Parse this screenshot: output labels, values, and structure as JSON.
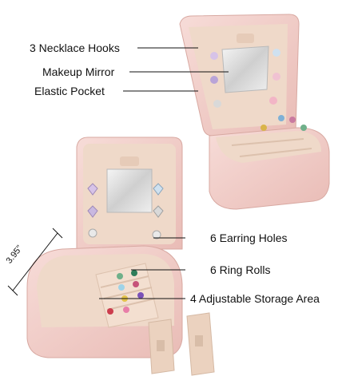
{
  "labels": {
    "necklace_hooks": "3 Necklace Hooks",
    "makeup_mirror": "Makeup Mirror",
    "elastic_pocket": "Elastic Pocket",
    "earring_holes": "6 Earring Holes",
    "ring_rolls": "6 Ring Rolls",
    "storage_area": "4 Adjustable Storage Area",
    "dimension": "3.95\""
  },
  "colors": {
    "case_pink": "#f3cfcb",
    "case_shadow": "#e3b2ac",
    "lining": "#efd9c9",
    "lining_dark": "#dcc1ad",
    "leader_line": "#111111"
  }
}
